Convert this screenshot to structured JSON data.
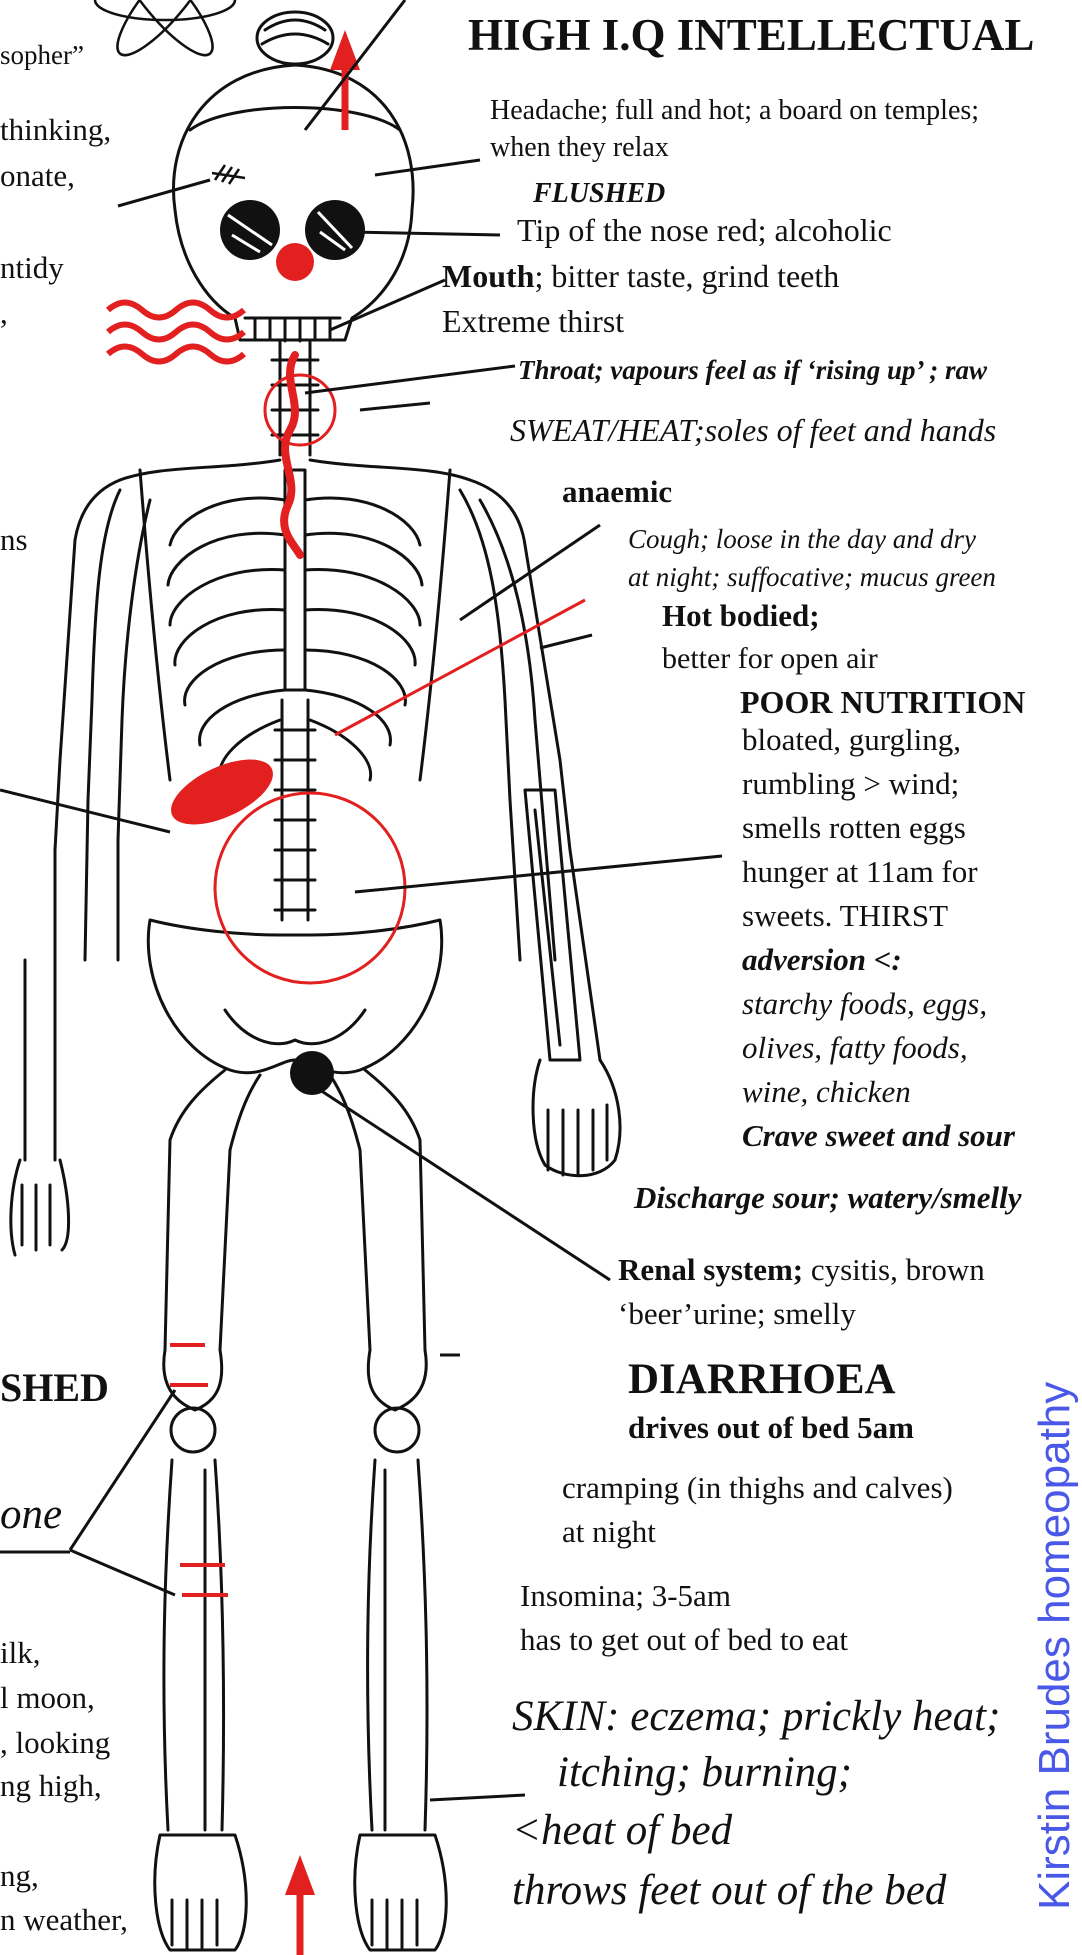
{
  "header": {
    "title": "HIGH I.Q INTELLECTUAL"
  },
  "left_fragments": {
    "top_quote": "sopher”",
    "l1": "thinking,",
    "l2": "onate,",
    "l3": "ntidy",
    "l4": ",",
    "l5": "ns",
    "flushed_frag": "SHED",
    "bone_frag": "one",
    "b1": "ilk,",
    "b2": "l moon,",
    "b3": ", looking",
    "b4": "ng high,",
    "b5": "ng,",
    "b6": "n weather,"
  },
  "annotations": {
    "headache_1": "Headache; full and hot; a board on temples;",
    "headache_2": "when they relax",
    "flushed": "FLUSHED",
    "nose": "Tip of the nose red; alcoholic",
    "mouth_bold": "Mouth",
    "mouth_rest": "; bitter taste, grind teeth",
    "thirst": "Extreme thirst",
    "throat": "Throat; vapours feel as if ‘rising up’ ; raw",
    "sweat": "SWEAT/HEAT;soles of feet and hands",
    "anaemic": "anaemic",
    "cough_1": "Cough; loose in the day and dry",
    "cough_2": "at night; suffocative; mucus green",
    "hot_bodied": "Hot bodied;",
    "open_air": "better for open air",
    "poor_nutrition": "POOR NUTRITION",
    "n1": "bloated, gurgling,",
    "n2": "rumbling > wind;",
    "n3": "smells rotten eggs",
    "n4": "hunger at 11am for",
    "n5": "sweets. THIRST",
    "aversion": "adversion <:",
    "a1": "starchy foods, eggs,",
    "a2": "olives, fatty foods,",
    "a3": "wine, chicken",
    "crave": "Crave sweet and sour",
    "discharge": "Discharge sour; watery/smelly",
    "renal_bold": "Renal system;",
    "renal_rest": " cysitis, brown",
    "renal_2": "‘beer’urine; smelly",
    "diarrhoea": "DIARRHOEA",
    "drives_out": "drives out of bed 5am",
    "cramp_1": "cramping (in thighs and calves)",
    "cramp_2": "at night",
    "insomnia_1": "Insomina; 3-5am",
    "insomnia_2": "has to get out of bed to eat",
    "skin_1": "SKIN: eczema; prickly heat;",
    "skin_2": "itching; burning;",
    "skin_3": "<heat of bed",
    "skin_4": "throws feet out of the bed"
  },
  "watermark": "Kirstin Brudes homeopathy",
  "colors": {
    "accent_red": "#e32020",
    "ink": "#111111",
    "watermark_blue": "#4a58e8"
  }
}
